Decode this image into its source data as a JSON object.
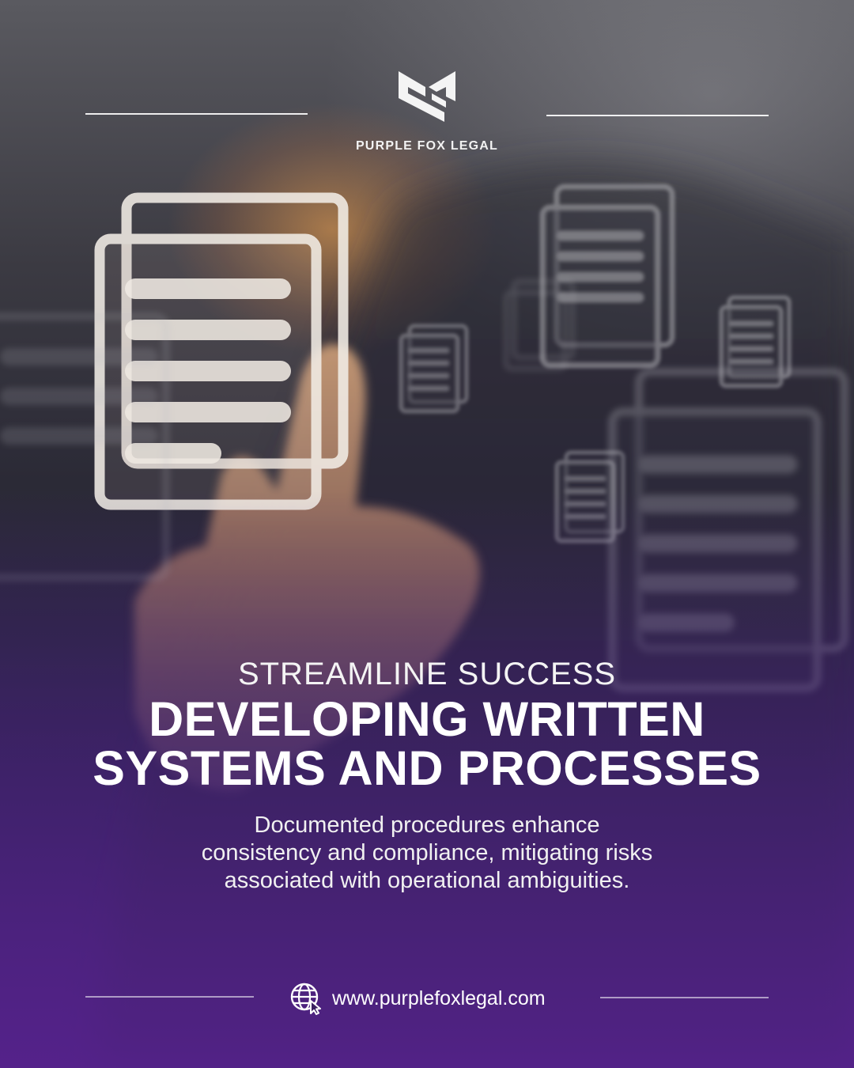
{
  "brand": {
    "name": "PURPLE FOX LEGAL"
  },
  "hero": {
    "kicker": "STREAMLINE SUCCESS",
    "headline_line1": "DEVELOPING WRITTEN",
    "headline_line2": "SYSTEMS AND PROCESSES",
    "body_line1": "Documented procedures enhance",
    "body_line2": "consistency and compliance, mitigating risks",
    "body_line3": "associated with operational ambiguities."
  },
  "footer": {
    "website": "www.purplefoxlegal.com",
    "icon": "globe-cursor-icon"
  },
  "colors": {
    "accent_purple": "#5a1f8a",
    "dark_purple": "#2a2440",
    "glow_orange": "#ffa850",
    "text": "#ffffff"
  },
  "background_image": {
    "icon": "document-icons-illustration",
    "description_icons": [
      "document-icon",
      "finger-icon"
    ]
  }
}
